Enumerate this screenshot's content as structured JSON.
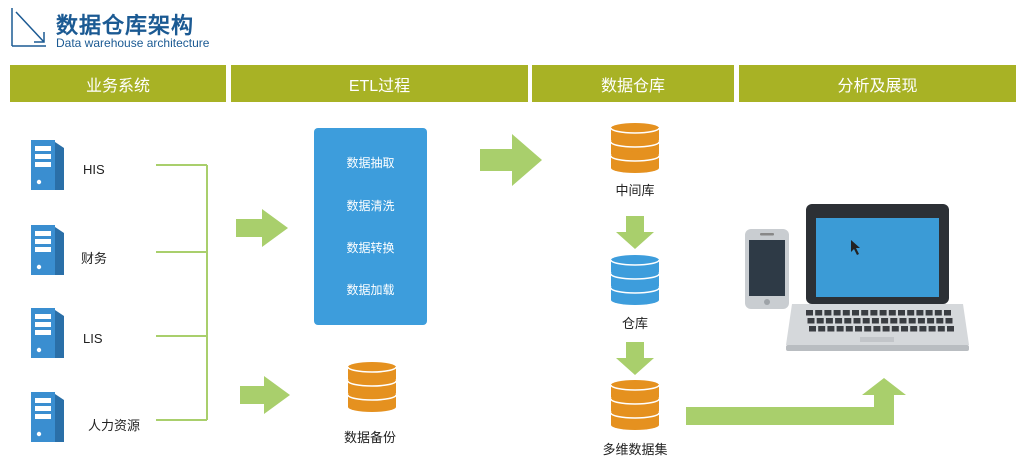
{
  "title": {
    "main": "数据仓库架构",
    "sub": "Data warehouse architecture"
  },
  "headers": [
    "业务系统",
    "ETL过程",
    "数据仓库",
    "分析及展现"
  ],
  "sources": [
    "HIS",
    "财务",
    "LIS",
    "人力资源"
  ],
  "etl_steps": [
    "数据抽取",
    "数据清洗",
    "数据转换",
    "数据加载"
  ],
  "backup_label": "数据备份",
  "warehouse": [
    "中间库",
    "仓库",
    "多维数据集"
  ],
  "colors": {
    "header": "#a8b225",
    "arrow": "#a9cf6c",
    "etl_box": "#3d9ddc",
    "db_orange": "#e5911f",
    "db_blue": "#3d9ddc",
    "server": "#3a8ed0",
    "title": "#1b5a93"
  }
}
